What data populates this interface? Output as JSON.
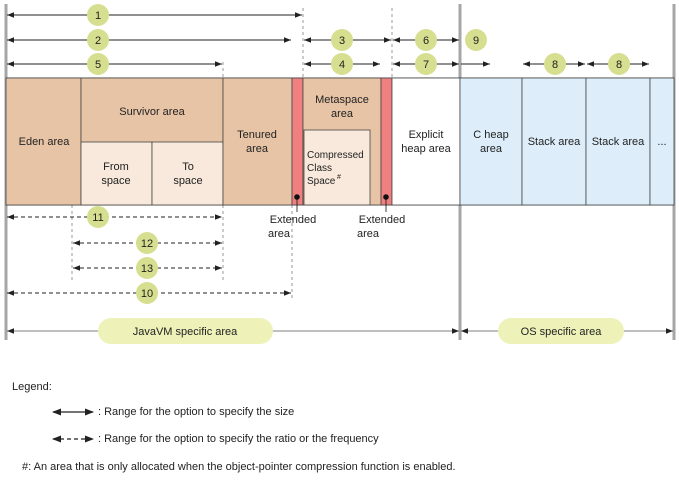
{
  "areas": {
    "eden": "Eden area",
    "survivor": "Survivor area",
    "from": [
      "From",
      "space"
    ],
    "to": [
      "To",
      "space"
    ],
    "tenured": [
      "Tenured",
      "area"
    ],
    "metaspace": [
      "Metaspace",
      "area"
    ],
    "compressed": [
      "Compressed",
      "Class",
      "Space"
    ],
    "compressed_mark": "#",
    "explicit": [
      "Explicit",
      "heap area"
    ],
    "cheap": [
      "C heap",
      "area"
    ],
    "stack1": "Stack area",
    "stack2": "Stack area",
    "ellipsis": "...",
    "extended1": [
      "Extended",
      "area"
    ],
    "extended2": [
      "Extended",
      "area"
    ]
  },
  "numbers": {
    "n1": "1",
    "n2": "2",
    "n3": "3",
    "n4": "4",
    "n5": "5",
    "n6": "6",
    "n7": "7",
    "n8a": "8",
    "n8b": "8",
    "n9": "9",
    "n10": "10",
    "n11": "11",
    "n12": "12",
    "n13": "13"
  },
  "bottom": {
    "javavm": "JavaVM specific area",
    "os": "OS specific area"
  },
  "legend": {
    "title": "Legend:",
    "size": ": Range for the option to specify the size",
    "ratio": ": Range for the option to specify the ratio or the frequency",
    "note": "#: An area that is only allocated when the object-pointer compression function is enabled."
  },
  "colors": {
    "heap_fill": "#e8c4a6",
    "sub_fill": "#f8e9dc",
    "extended_fill": "#f08080",
    "os_fill": "#ddeefa",
    "circle_fill": "#d6df8f",
    "label_fill": "#eef2b8",
    "vline": "#a6a6a6"
  }
}
